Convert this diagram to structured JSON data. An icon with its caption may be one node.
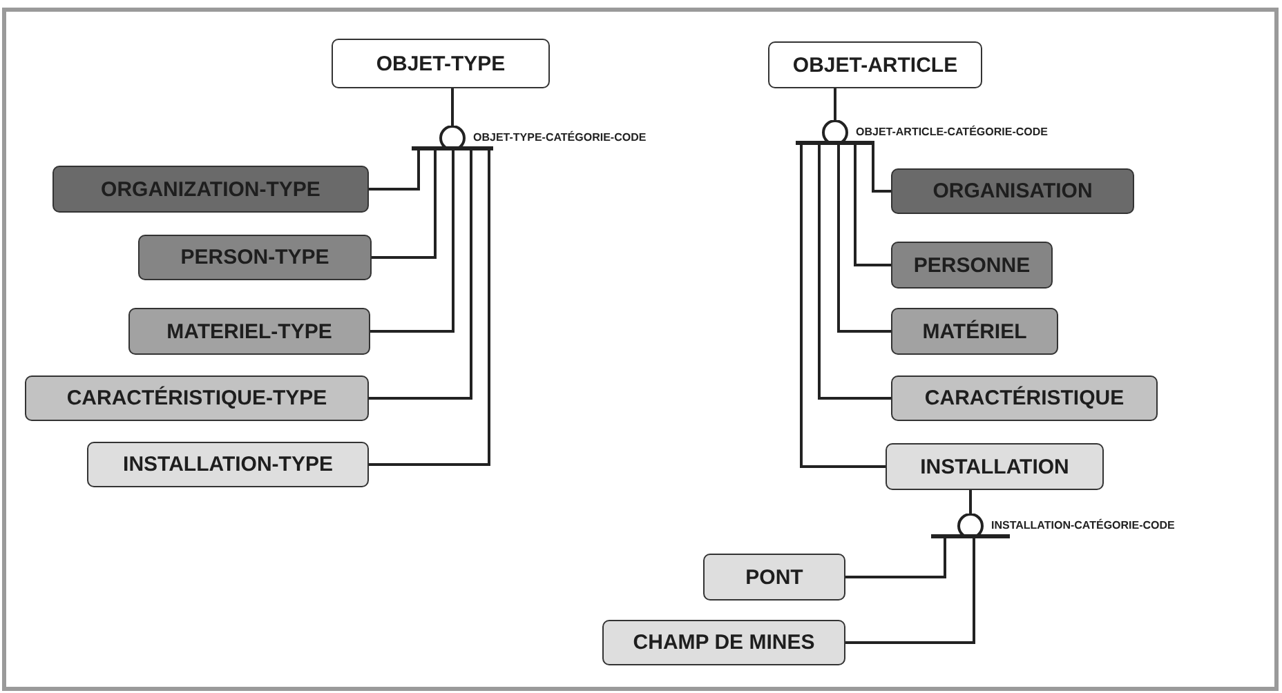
{
  "diagram": {
    "nodes": [
      {
        "text": [
          "OBJET-TYPE"
        ]
      },
      {
        "text": [],
        "shape": "circle",
        "beside": [
          "OBJET-TYPE-CATÉGORIE-CODE"
        ]
      },
      {
        "text": [
          "ORGANIZATION-TYPE"
        ]
      },
      {
        "text": [
          "PERSON-TYPE"
        ]
      },
      {
        "text": [
          "MATERIEL-TYPE"
        ]
      },
      {
        "text": [
          "CARACTÉRISTIQUE-TYPE"
        ]
      },
      {
        "text": [
          "INSTALLATION-TYPE"
        ]
      },
      {
        "text": [
          "OBJET-ARTICLE"
        ]
      },
      {
        "text": [],
        "shape": "circle",
        "beside": [
          "OBJET-ARTICLE-CATÉGORIE-CODE"
        ]
      },
      {
        "text": [
          "ORGANISATION"
        ]
      },
      {
        "text": [
          "PERSONNE"
        ]
      },
      {
        "text": [
          "MATÉRIEL"
        ]
      },
      {
        "text": [
          "CARACTÉRISTIQUE"
        ]
      },
      {
        "text": [
          "INSTALLATION"
        ]
      },
      {
        "text": [],
        "shape": "circle",
        "beside": [
          "INSTALLATION-CATÉGORIE-CODE"
        ]
      },
      {
        "text": [
          "PONT"
        ]
      },
      {
        "text": [
          "CHAMP DE MINES"
        ]
      }
    ],
    "edges": [
      {
        "from": 0,
        "to": 1,
        "arrow": "none"
      },
      {
        "from": 1,
        "to": 2,
        "arrow": "none"
      },
      {
        "from": 1,
        "to": 3,
        "arrow": "none"
      },
      {
        "from": 1,
        "to": 4,
        "arrow": "none"
      },
      {
        "from": 1,
        "to": 5,
        "arrow": "none"
      },
      {
        "from": 1,
        "to": 6,
        "arrow": "none"
      },
      {
        "from": 7,
        "to": 8,
        "arrow": "none"
      },
      {
        "from": 8,
        "to": 9,
        "arrow": "none"
      },
      {
        "from": 8,
        "to": 10,
        "arrow": "none"
      },
      {
        "from": 8,
        "to": 11,
        "arrow": "none"
      },
      {
        "from": 8,
        "to": 12,
        "arrow": "none"
      },
      {
        "from": 8,
        "to": 13,
        "arrow": "none"
      },
      {
        "from": 13,
        "to": 14,
        "arrow": "none"
      },
      {
        "from": 14,
        "to": 15,
        "arrow": "none"
      },
      {
        "from": 14,
        "to": 16,
        "arrow": "none"
      }
    ]
  }
}
